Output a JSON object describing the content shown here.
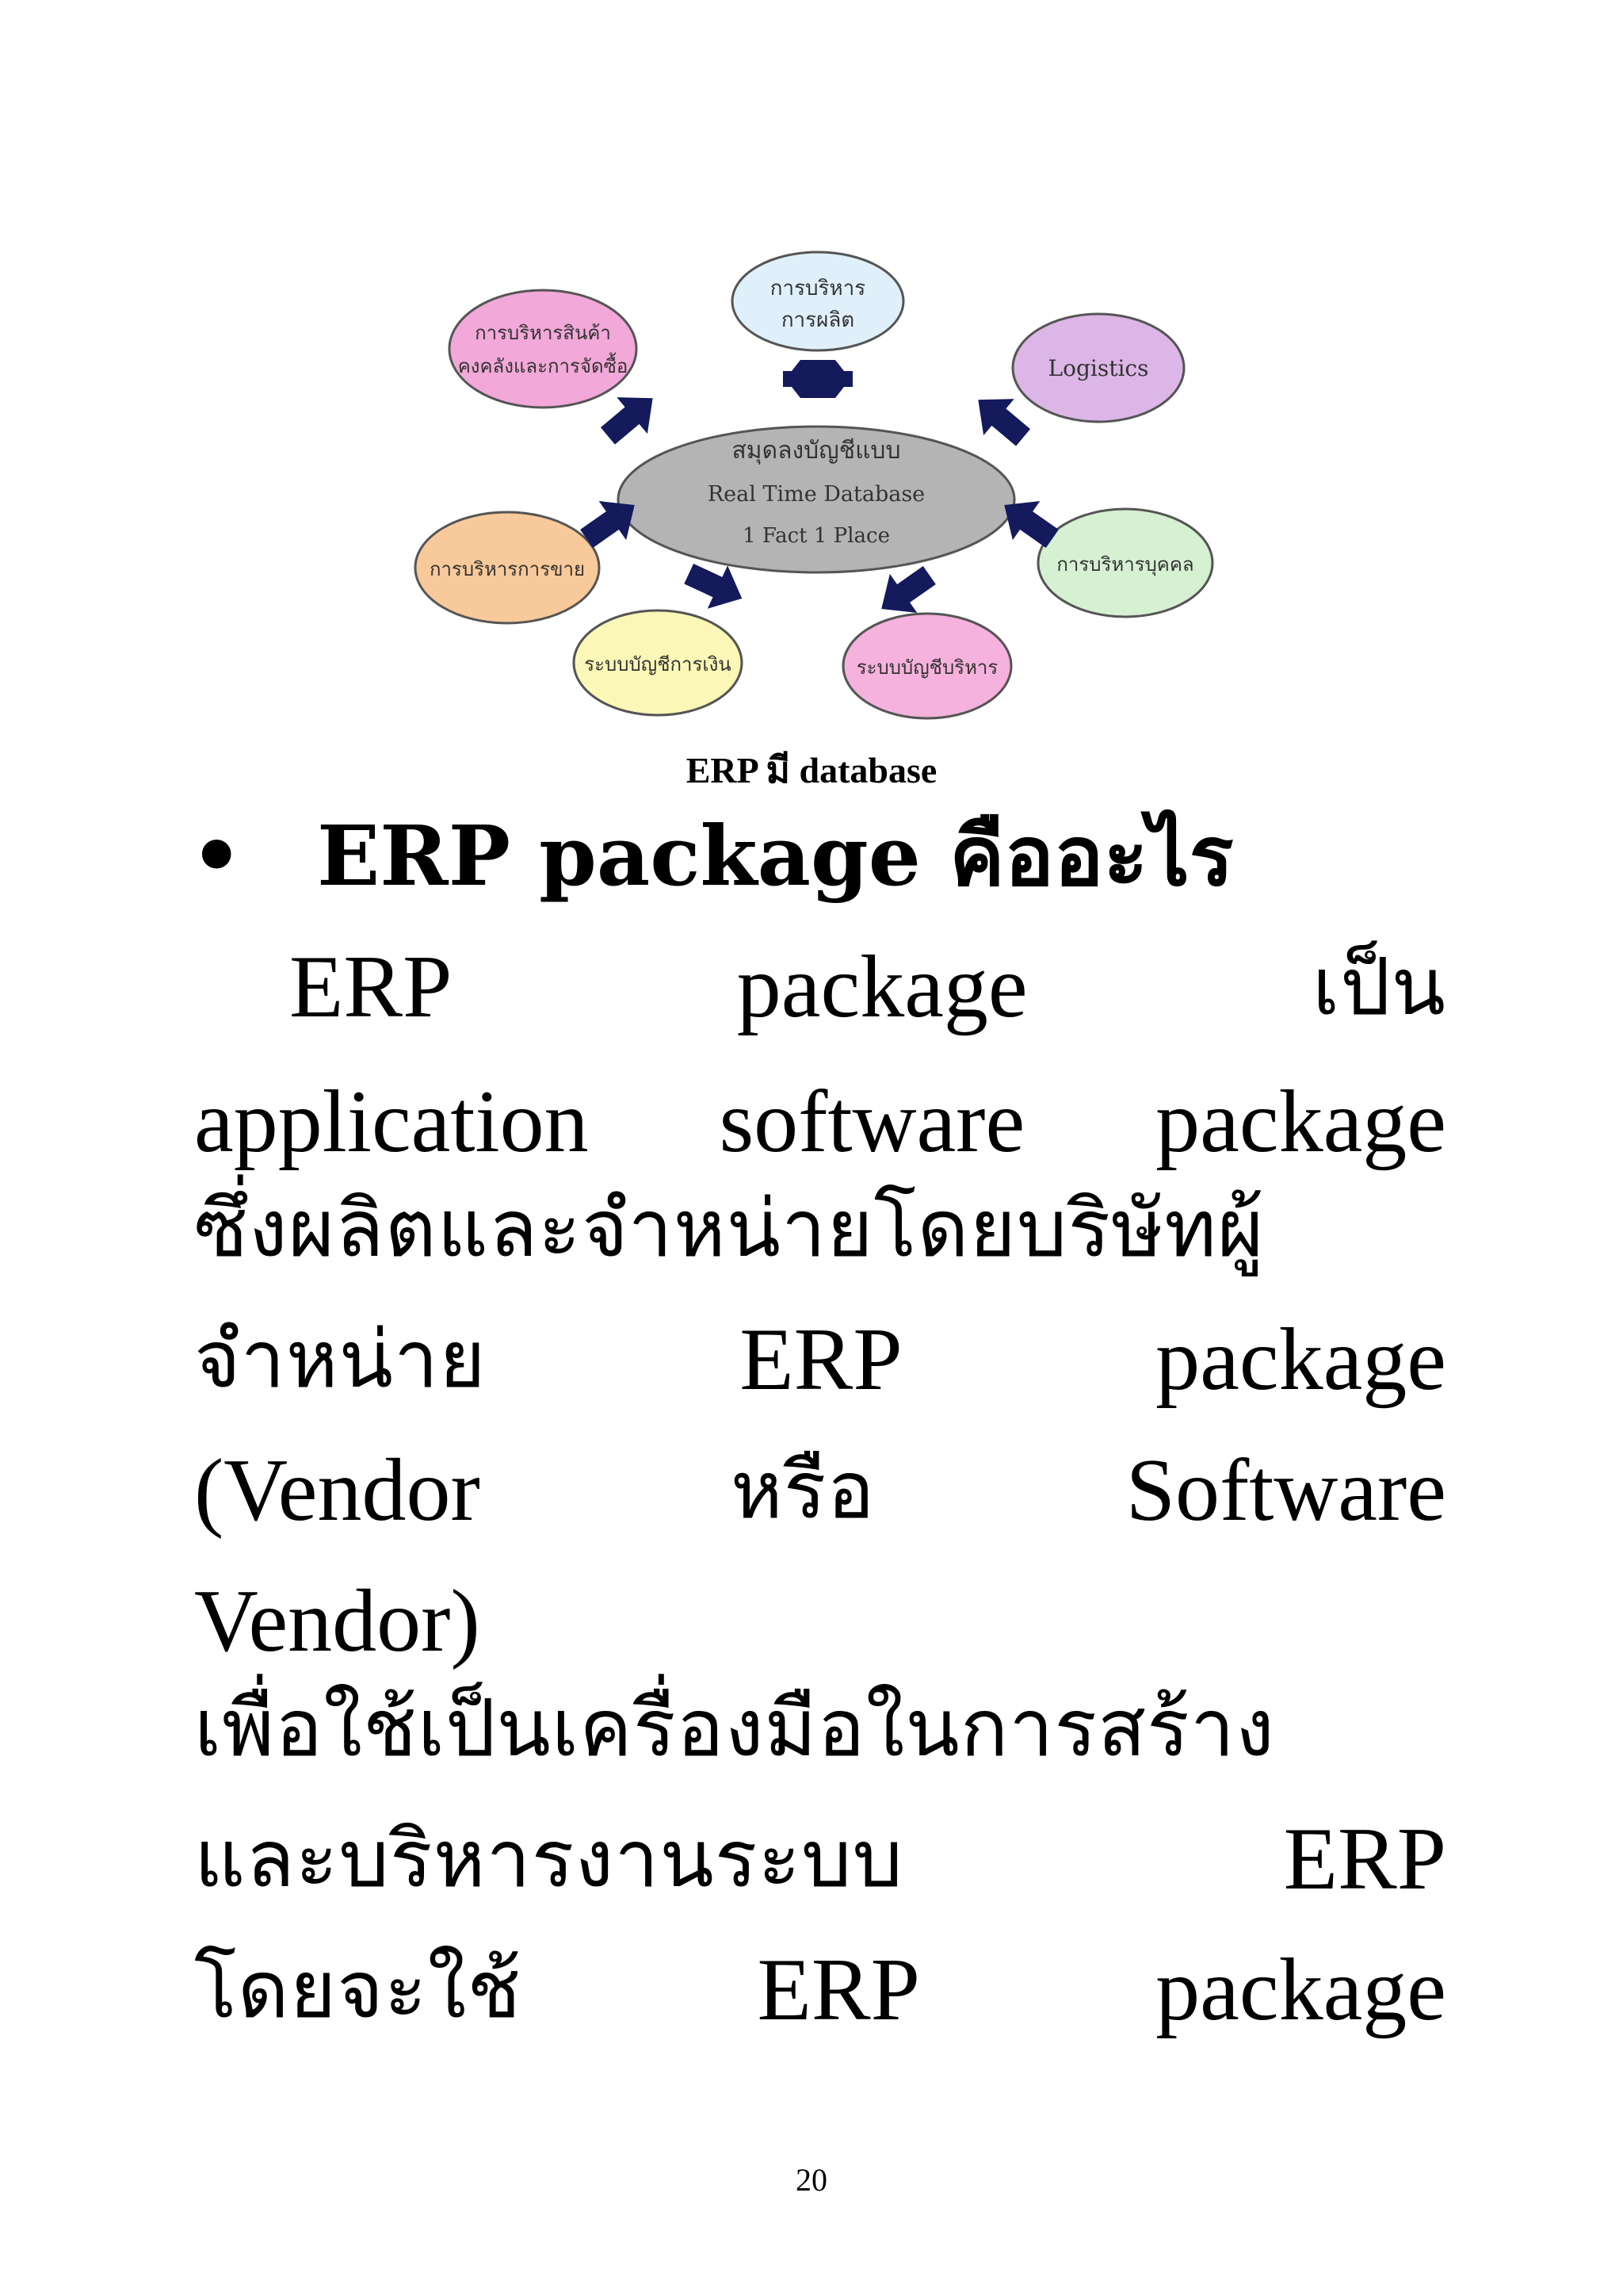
{
  "diagram": {
    "center": {
      "line1": "สมุดลงบัญชีแบบ",
      "line2": "Real Time Database",
      "line3": "1 Fact 1 Place"
    },
    "nodes": {
      "production": {
        "line1": "การบริหาร",
        "line2": "การผลิต",
        "color": "#e0f0fb"
      },
      "inventory": {
        "line1": "การบริหารสินค้า",
        "line2": "คงคลังและการจัดซื้อ",
        "color": "#f2a8d8"
      },
      "logistics": {
        "line1": "Logistics",
        "color": "#dcb6e6"
      },
      "sales": {
        "line1": "การบริหารการขาย",
        "color": "#f8c99a"
      },
      "hr": {
        "line1": "การบริหารบุคคล",
        "color": "#d6f0d2"
      },
      "finance": {
        "line1": "ระบบบัญชีการเงิน",
        "color": "#fbf7b6"
      },
      "management": {
        "line1": "ระบบบัญชีบริหาร",
        "color": "#f5b2dc"
      }
    },
    "center_color": "#b4b4b4",
    "arrow_color": "#141a5c"
  },
  "caption": "ERP มี database",
  "heading": {
    "bullet": "•",
    "text": "ERP package คืออะไร"
  },
  "body": {
    "l1": [
      "ERP",
      "package",
      "เป็น"
    ],
    "l2": [
      "application",
      "software",
      "package"
    ],
    "l3": [
      "ซึ่งผลิตและจำหน่ายโดยบริษัทผู้"
    ],
    "l4": [
      "จำหน่าย",
      "ERP",
      "package"
    ],
    "l5": [
      "(Vendor",
      "หรือ",
      "Software"
    ],
    "l6": [
      "Vendor)"
    ],
    "l7": [
      "เพื่อใช้เป็นเครื่องมือในการสร้าง"
    ],
    "l8": [
      "และบริหารงานระบบ",
      "ERP"
    ],
    "l9": [
      "โดยจะใช้",
      "ERP",
      "package"
    ]
  },
  "page_number": "20"
}
